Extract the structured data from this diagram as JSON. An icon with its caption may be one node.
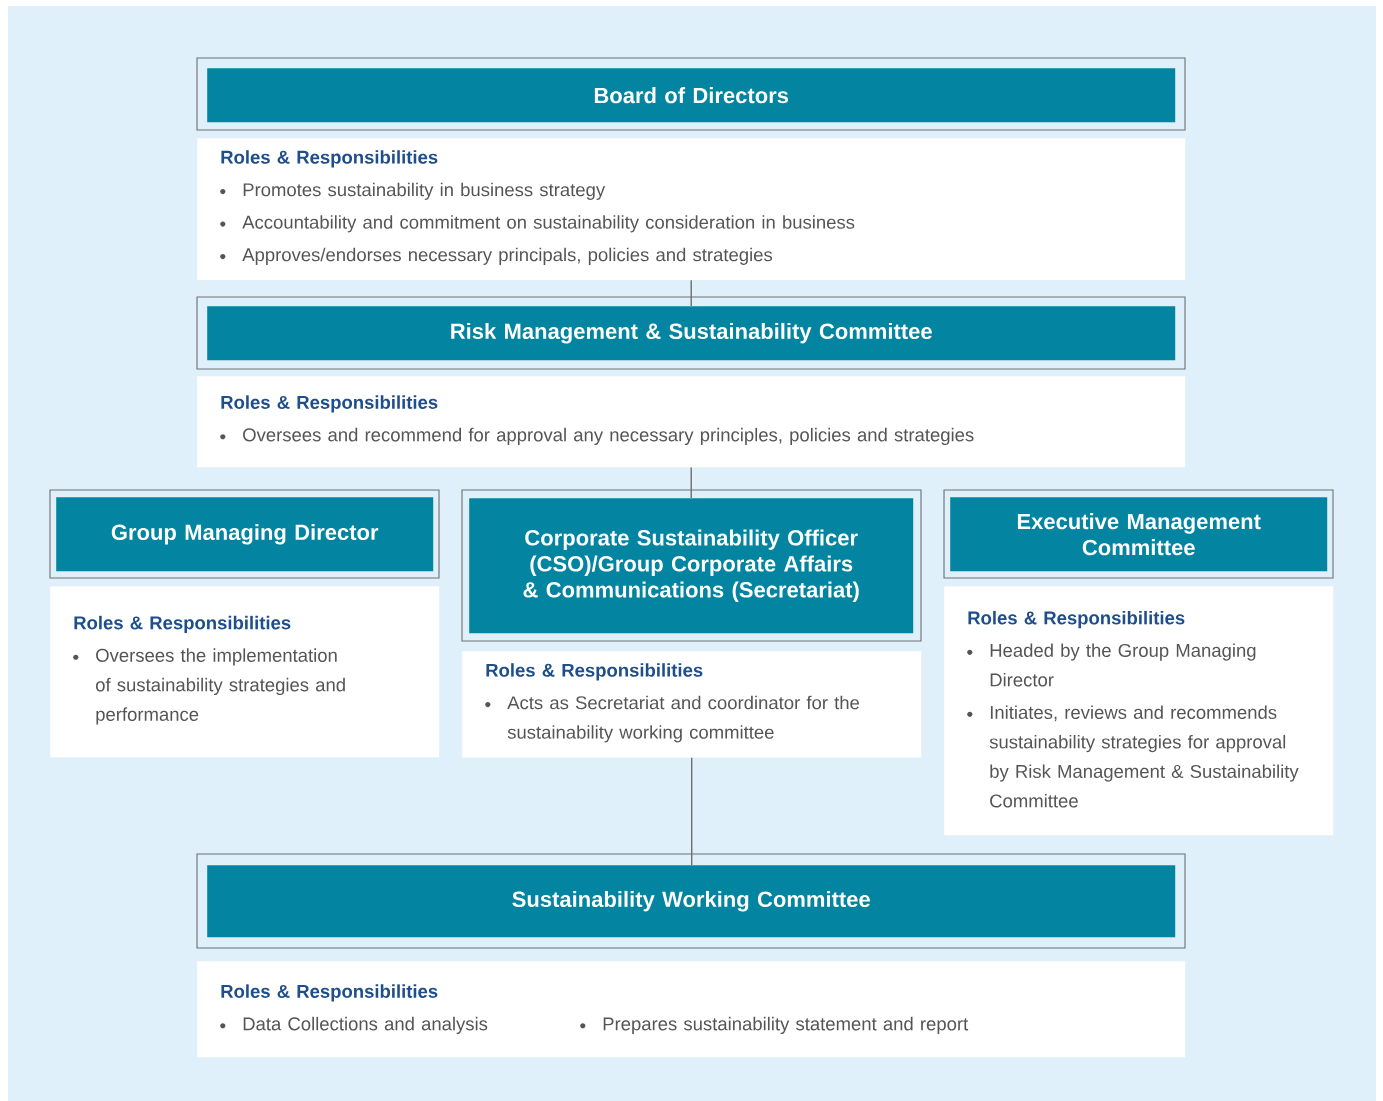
{
  "diagram": {
    "nodes": [
      {
        "text": [
          "Board of Directors"
        ]
      },
      {
        "text": [
          "Roles & Responsibilities",
          "Promotes sustainability in business strategy",
          "Accountability and commitment on sustainability consideration in business",
          "Approves/endorses necessary principals, policies and strategies"
        ]
      },
      {
        "text": [
          "Risk Management & Sustainability Committee"
        ]
      },
      {
        "text": [
          "Roles & Responsibilities",
          "Oversees and recommend for approval any necessary principles, policies and strategies"
        ]
      },
      {
        "text": [
          "Group Managing Director"
        ]
      },
      {
        "text": [
          "Roles & Responsibilities",
          "Oversees the implementation of sustainability strategies and performance"
        ]
      },
      {
        "text": [
          "Corporate Sustainability Officer (CSO)/Group Corporate Affairs & Communications (Secretariat)"
        ]
      },
      {
        "text": [
          "Roles & Responsibilities",
          "Acts as Secretariat and coordinator for the sustainability working committee"
        ]
      },
      {
        "text": [
          "Executive Management Committee"
        ]
      },
      {
        "text": [
          "Roles & Responsibilities",
          "Headed by the Group Managing Director",
          "Initiates, reviews and recommends sustainability strategies for approval by Risk Management & Sustainability Committee"
        ]
      },
      {
        "text": [
          "Sustainability Working Committee"
        ]
      },
      {
        "text": [
          "Roles & Responsibilities",
          "Data Collections and analysis",
          "Prepares sustainability statement and report"
        ]
      }
    ],
    "edges": [
      {
        "from": 1,
        "to": 2,
        "arrow": "none"
      },
      {
        "from": 3,
        "to": 6,
        "arrow": "none"
      },
      {
        "from": 7,
        "to": 10,
        "arrow": "none"
      }
    ]
  }
}
